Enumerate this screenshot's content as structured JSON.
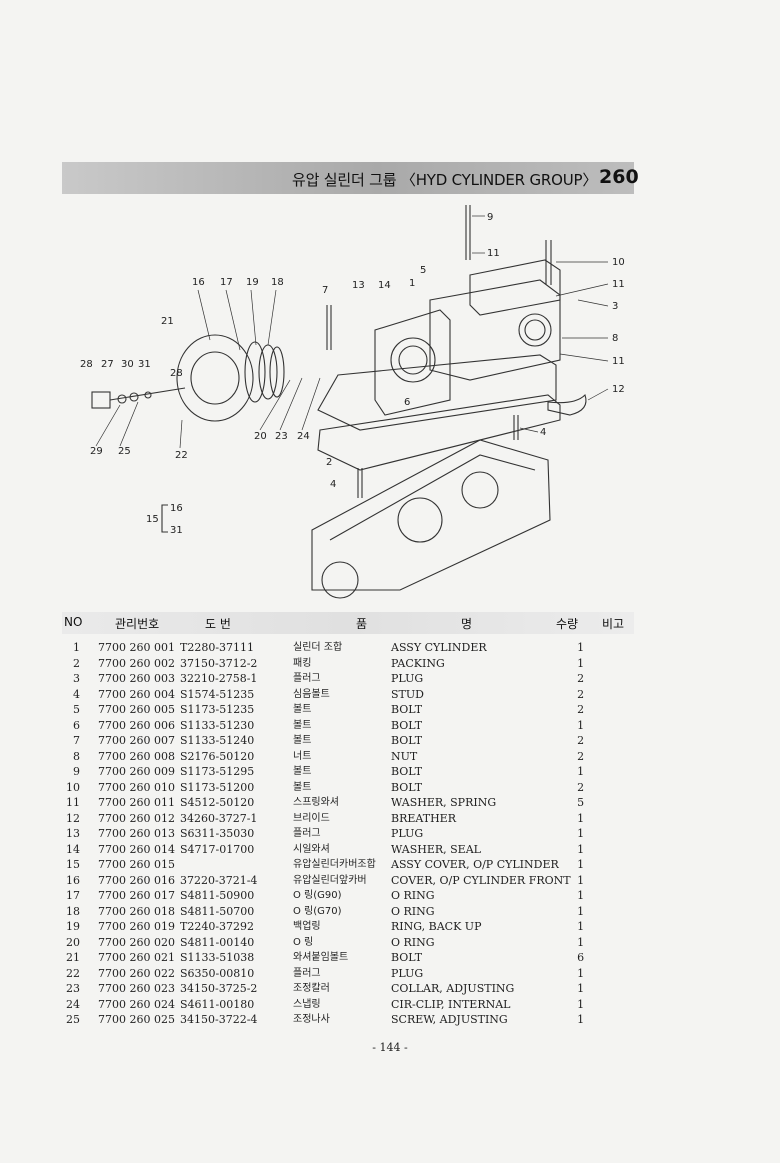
{
  "title": {
    "text": "유압 실린더 그룹 〈HYD CYLINDER GROUP〉",
    "number": "260"
  },
  "callouts": [
    "16",
    "17",
    "19",
    "18",
    "7",
    "13",
    "14",
    "5",
    "1",
    "9",
    "11",
    "10",
    "11",
    "3",
    "8",
    "11",
    "12",
    "4",
    "21",
    "28",
    "27",
    "30",
    "31",
    "28",
    "29",
    "25",
    "22",
    "20",
    "23",
    "24",
    "2",
    "4",
    "6",
    "15",
    "16",
    "31"
  ],
  "table": {
    "headers": {
      "no": "NO",
      "mgmt": "관리번호",
      "drawing": "도 번",
      "name_kr": "품",
      "name_en": "명",
      "qty": "수량",
      "remark": "비고"
    },
    "rows": [
      {
        "no": "1",
        "mgmt": "7700 260 001",
        "drawing": "T2280-37111",
        "kr": "실린더 조합",
        "en": "ASSY CYLINDER",
        "qty": "1"
      },
      {
        "no": "2",
        "mgmt": "7700 260 002",
        "drawing": "37150-3712-2",
        "kr": "패킹",
        "en": "PACKING",
        "qty": "1"
      },
      {
        "no": "3",
        "mgmt": "7700 260 003",
        "drawing": "32210-2758-1",
        "kr": "플러그",
        "en": "PLUG",
        "qty": "2"
      },
      {
        "no": "4",
        "mgmt": "7700 260 004",
        "drawing": "S1574-51235",
        "kr": "심음볼트",
        "en": "STUD",
        "qty": "2"
      },
      {
        "no": "5",
        "mgmt": "7700 260 005",
        "drawing": "S1173-51235",
        "kr": "볼트",
        "en": "BOLT",
        "qty": "2"
      },
      {
        "no": "6",
        "mgmt": "7700 260 006",
        "drawing": "S1133-51230",
        "kr": "볼트",
        "en": "BOLT",
        "qty": "1"
      },
      {
        "no": "7",
        "mgmt": "7700 260 007",
        "drawing": "S1133-51240",
        "kr": "볼트",
        "en": "BOLT",
        "qty": "2"
      },
      {
        "no": "8",
        "mgmt": "7700 260 008",
        "drawing": "S2176-50120",
        "kr": "너트",
        "en": "NUT",
        "qty": "2"
      },
      {
        "no": "9",
        "mgmt": "7700 260 009",
        "drawing": "S1173-51295",
        "kr": "볼트",
        "en": "BOLT",
        "qty": "1"
      },
      {
        "no": "10",
        "mgmt": "7700 260 010",
        "drawing": "S1173-51200",
        "kr": "볼트",
        "en": "BOLT",
        "qty": "2"
      },
      {
        "no": "11",
        "mgmt": "7700 260 011",
        "drawing": "S4512-50120",
        "kr": "스프링와셔",
        "en": "WASHER, SPRING",
        "qty": "5"
      },
      {
        "no": "12",
        "mgmt": "7700 260 012",
        "drawing": "34260-3727-1",
        "kr": "브리이드",
        "en": "BREATHER",
        "qty": "1"
      },
      {
        "no": "13",
        "mgmt": "7700 260 013",
        "drawing": "S6311-35030",
        "kr": "플러그",
        "en": "PLUG",
        "qty": "1"
      },
      {
        "no": "14",
        "mgmt": "7700 260 014",
        "drawing": "S4717-01700",
        "kr": "시일와셔",
        "en": "WASHER, SEAL",
        "qty": "1"
      },
      {
        "no": "15",
        "mgmt": "7700 260 015",
        "drawing": "",
        "kr": "유압실린더카버조합",
        "en": "ASSY COVER, O/P CYLINDER",
        "qty": "1"
      },
      {
        "no": "16",
        "mgmt": "7700 260 016",
        "drawing": "37220-3721-4",
        "kr": "유압실린더앞카버",
        "en": "COVER, O/P CYLINDER FRONT",
        "qty": "1"
      },
      {
        "no": "17",
        "mgmt": "7700 260 017",
        "drawing": "S4811-50900",
        "kr": "O 링(G90)",
        "en": "O RING",
        "qty": "1"
      },
      {
        "no": "18",
        "mgmt": "7700 260 018",
        "drawing": "S4811-50700",
        "kr": "O 링(G70)",
        "en": "O RING",
        "qty": "1"
      },
      {
        "no": "19",
        "mgmt": "7700 260 019",
        "drawing": "T2240-37292",
        "kr": "백업링",
        "en": "RING, BACK UP",
        "qty": "1"
      },
      {
        "no": "20",
        "mgmt": "7700 260 020",
        "drawing": "S4811-00140",
        "kr": "O 링",
        "en": "O RING",
        "qty": "1"
      },
      {
        "no": "21",
        "mgmt": "7700 260 021",
        "drawing": "S1133-51038",
        "kr": "와셔붙임볼트",
        "en": "BOLT",
        "qty": "6"
      },
      {
        "no": "22",
        "mgmt": "7700 260 022",
        "drawing": "S6350-00810",
        "kr": "플러그",
        "en": "PLUG",
        "qty": "1"
      },
      {
        "no": "23",
        "mgmt": "7700 260 023",
        "drawing": "34150-3725-2",
        "kr": "조정칼러",
        "en": "COLLAR, ADJUSTING",
        "qty": "1"
      },
      {
        "no": "24",
        "mgmt": "7700 260 024",
        "drawing": "S4611-00180",
        "kr": "스냅링",
        "en": "CIR-CLIP, INTERNAL",
        "qty": "1"
      },
      {
        "no": "25",
        "mgmt": "7700 260 025",
        "drawing": "34150-3722-4",
        "kr": "조정나사",
        "en": "SCREW, ADJUSTING",
        "qty": "1"
      }
    ]
  },
  "page_number": "- 144 -"
}
